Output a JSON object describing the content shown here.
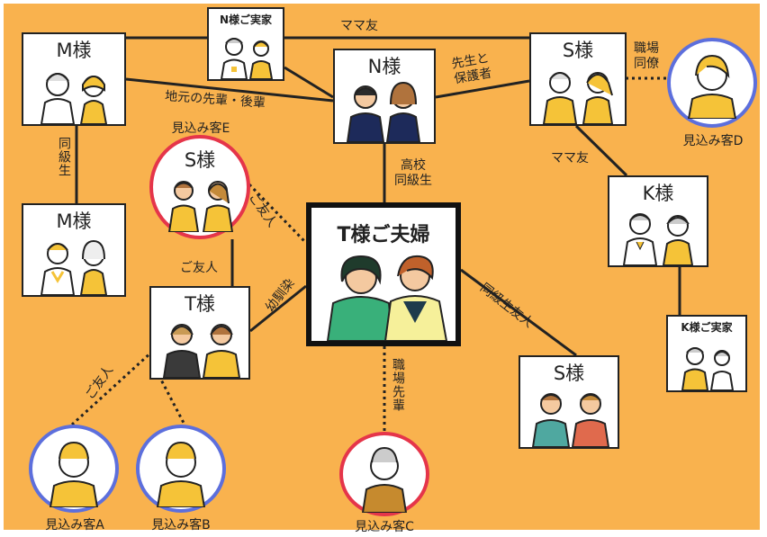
{
  "people": {
    "m1": "M様",
    "n_family": "N様ご実家",
    "n": "N様",
    "s1": "S様",
    "m2": "M様",
    "s_circle": "S様",
    "couple": "T様ご夫婦",
    "k": "K様",
    "t": "T様",
    "k_family": "K様ご実家",
    "s2": "S様"
  },
  "prospects": {
    "a": "見込み客A",
    "b": "見込み客B",
    "c": "見込み客C",
    "d": "見込み客D",
    "e": "見込み客E"
  },
  "relations": {
    "mama_top": "ママ友",
    "jimoto": "地元の先輩・後輩",
    "sensei_1": "先生と",
    "sensei_2": "保護者",
    "shokuba_douryou_1": "職場",
    "shokuba_douryou_2": "同僚",
    "dokyusei_m": "同級生",
    "mama_k": "ママ友",
    "koko_1": "高校",
    "koko_2": "同級生",
    "goyujin_s": "ご友人",
    "goyujin_t": "ご友人",
    "osananajimi": "幼馴染",
    "dokyusei_yujin": "同級生友人",
    "shokuba_senpai": "職場先輩",
    "goyujin_ab": "ご友人"
  },
  "colors": {
    "background": "#f9b24e",
    "prospect_blue": "#5d6fdc",
    "prospect_red": "#e5354a",
    "line": "#222222"
  }
}
